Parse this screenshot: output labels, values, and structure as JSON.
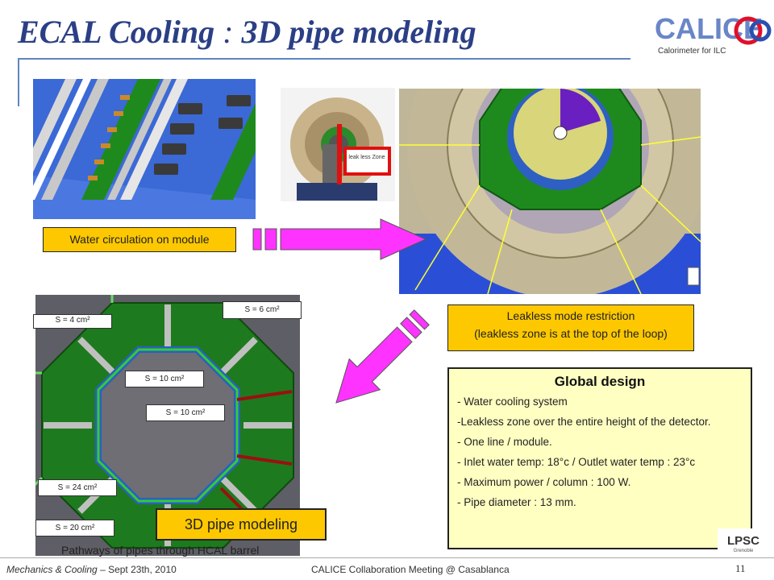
{
  "slide": {
    "title_main": "ECAL Cooling",
    "title_separator": " : ",
    "title_sub": "3D pipe modeling",
    "page_number": "11"
  },
  "logos": {
    "calice_text": "CALICE",
    "calice_subtitle": "Calorimeter for ILC",
    "lpsc_text": "LPSC",
    "lpsc_sub": "Grenoble"
  },
  "labels": {
    "water_circulation": "Water circulation on module",
    "leak_less_zone": "leak less Zone",
    "leakless_line1": "Leakless mode restriction",
    "leakless_line2": "(leakless zone is at the top of the loop)",
    "pipe_modeling": "3D pipe modeling",
    "pathways_caption": "Pathways of pipes through HCAL barrel"
  },
  "sections": [
    {
      "label": "S = 4 cm²"
    },
    {
      "label": "S = 6 cm²"
    },
    {
      "label": "S = 10 cm²"
    },
    {
      "label": "S = 10 cm²"
    },
    {
      "label": "S = 24 cm²"
    },
    {
      "label": "S = 20 cm²"
    }
  ],
  "global_design": {
    "title": "Global design",
    "items": [
      "- Water cooling system",
      "-Leakless zone over the entire height of the detector.",
      "- One line / module.",
      "- Inlet water temp: 18°c / Outlet water temp : 23°c",
      "- Maximum power / column : 100 W.",
      "- Pipe diameter : 13 mm."
    ]
  },
  "footer": {
    "left": "Mechanics & Cooling",
    "date": " – Sept 23th, 2010",
    "center": "CALICE  Collaboration Meeting @ Casablanca"
  },
  "colors": {
    "title": "#2b3f86",
    "label_fill": "#fdc800",
    "panel_fill": "#ffffc2",
    "arrow_fill": "#ff33ff",
    "ecal_green": "#1e8a1e",
    "frame_blue": "#2a5fc4"
  }
}
